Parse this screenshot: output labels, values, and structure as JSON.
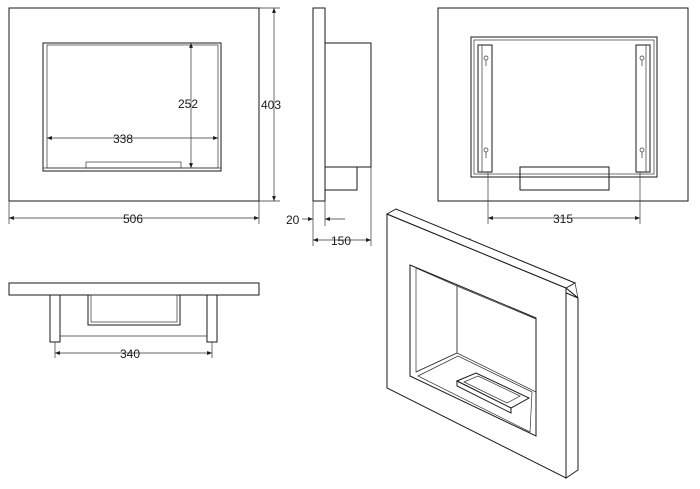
{
  "dimensions": {
    "width_front": "506",
    "height_front": "403",
    "opening_width": "338",
    "opening_height": "252",
    "frame_depth": "20",
    "total_depth": "150",
    "bracket_spacing": "315",
    "body_width": "340"
  },
  "colors": {
    "line": "#1a1a1a",
    "background": "#ffffff",
    "back_panel": "#ffffff"
  }
}
